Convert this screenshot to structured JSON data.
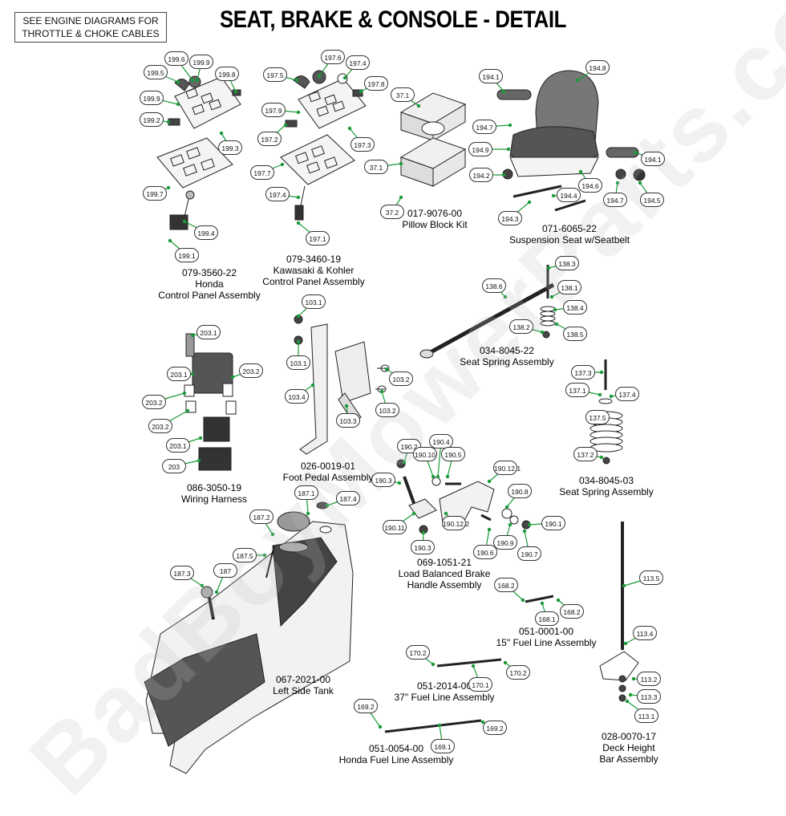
{
  "header": {
    "note_line1": "SEE ENGINE DIAGRAMS FOR",
    "note_line2": "THROTTLE & CHOKE CABLES",
    "title": "SEAT, BRAKE & CONSOLE - DETAIL"
  },
  "watermark": "BadBoyMowerParts.com",
  "assemblies": [
    {
      "id": "a1",
      "lines": [
        "079-3560-22",
        "Honda",
        "Control Panel Assembly"
      ]
    },
    {
      "id": "a2",
      "lines": [
        "079-3460-19",
        "Kawasaki & Kohler",
        "Control Panel Assembly"
      ]
    },
    {
      "id": "a3",
      "lines": [
        "017-9076-00",
        "Pillow Block Kit"
      ]
    },
    {
      "id": "a4",
      "lines": [
        "071-6065-22",
        "Suspension Seat w/Seatbelt"
      ]
    },
    {
      "id": "a5",
      "lines": [
        "034-8045-22",
        "Seat Spring Assembly"
      ]
    },
    {
      "id": "a6",
      "lines": [
        "086-3050-19",
        "Wiring Harness"
      ]
    },
    {
      "id": "a7",
      "lines": [
        "026-0019-01",
        "Foot Pedal Assembly"
      ]
    },
    {
      "id": "a8",
      "lines": [
        "034-8045-03",
        "Seat Spring Assembly"
      ]
    },
    {
      "id": "a9",
      "lines": [
        "069-1051-21",
        "Load Balanced Brake",
        "Handle Assembly"
      ]
    },
    {
      "id": "a10",
      "lines": [
        "051-0001-00",
        "15\" Fuel Line Assembly"
      ]
    },
    {
      "id": "a11",
      "lines": [
        "067-2021-00",
        "Left Side Tank"
      ]
    },
    {
      "id": "a12",
      "lines": [
        "051-2014-00",
        "37\" Fuel Line Assembly"
      ]
    },
    {
      "id": "a13",
      "lines": [
        "028-0070-17",
        "Deck Height",
        "Bar Assembly"
      ]
    },
    {
      "id": "a14",
      "lines": [
        "051-0054-00",
        "Honda Fuel Line Assembly"
      ]
    }
  ],
  "callouts": [
    "199.6",
    "199.9",
    "199.5",
    "199.8",
    "199.9",
    "199.2",
    "199.3",
    "199.7",
    "199.4",
    "199.1",
    "197.6",
    "197.4",
    "197.5",
    "197.8",
    "197.9",
    "197.2",
    "197.3",
    "197.7",
    "197.4",
    "197.1",
    "37.1",
    "37.1",
    "37.2",
    "194.1",
    "194.8",
    "194.7",
    "194.9",
    "194.2",
    "194.6",
    "194.4",
    "194.3",
    "194.7",
    "194.5",
    "194.1",
    "138.3",
    "138.6",
    "138.1",
    "138.4",
    "138.2",
    "138.5",
    "103.1",
    "103.1",
    "103.2",
    "103.4",
    "103.2",
    "103.3",
    "203.1",
    "203.1",
    "203.2",
    "203.2",
    "203.2",
    "203.1",
    "203",
    "137.3",
    "137.1",
    "137.4",
    "137.5",
    "137.2",
    "190.2",
    "190.4",
    "190.10",
    "190.5",
    "190.12.1",
    "190.3",
    "190.8",
    "190.11",
    "190.12.2",
    "190.9",
    "190.1",
    "190.3",
    "190.6",
    "190.7",
    "187.1",
    "187.4",
    "187.2",
    "187.5",
    "187.3",
    "187",
    "113.5",
    "113.4",
    "113.2",
    "113.3",
    "113.1",
    "168.2",
    "168.1",
    "168.2",
    "170.2",
    "170.1",
    "170.2",
    "169.2",
    "169.1",
    "169.2"
  ],
  "colors": {
    "leader": "#1a9a3a",
    "ink": "#000000",
    "watermark": "#bebebe"
  }
}
